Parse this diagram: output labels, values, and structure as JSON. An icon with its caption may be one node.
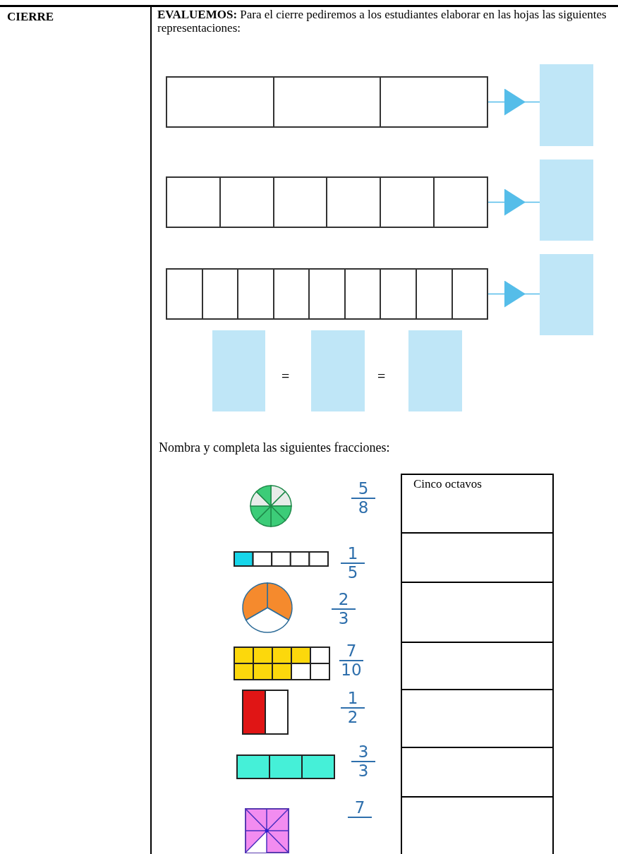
{
  "diagram": {
    "nodes": [
      {
        "text": [
          "CIERRE"
        ]
      },
      {
        "text": [
          "**EVALUEMOS:** Para el cierre pediremos a los estudiantes elaborar en las hojas las siguientes representaciones:"
        ]
      },
      {
        "text": [],
        "shape": "bar",
        "in": 1
      },
      {
        "text": [],
        "shape": "box",
        "in": 1
      },
      {
        "text": [],
        "shape": "bar",
        "in": 1
      },
      {
        "text": [],
        "shape": "box",
        "in": 1
      },
      {
        "text": [],
        "shape": "bar",
        "in": 1
      },
      {
        "text": [],
        "shape": "box",
        "in": 1
      },
      {
        "text": [],
        "shape": "box",
        "in": 1
      },
      {
        "text": [],
        "shape": "box",
        "in": 1
      },
      {
        "text": [],
        "shape": "box",
        "in": 1
      }
    ],
    "edges": [
      {
        "from": 2,
        "to": 3,
        "arrow": "to"
      },
      {
        "from": 4,
        "to": 5,
        "arrow": "to"
      },
      {
        "from": 6,
        "to": 7,
        "arrow": "to"
      }
    ],
    "labels": [
      "=",
      "=",
      "Nombra y completa las siguientes fracciones:",
      "5",
      "8",
      "Cinco octavos",
      "1",
      "5",
      "2",
      "3",
      "7",
      "10",
      "1",
      "2",
      "3",
      "3",
      "7"
    ]
  }
}
